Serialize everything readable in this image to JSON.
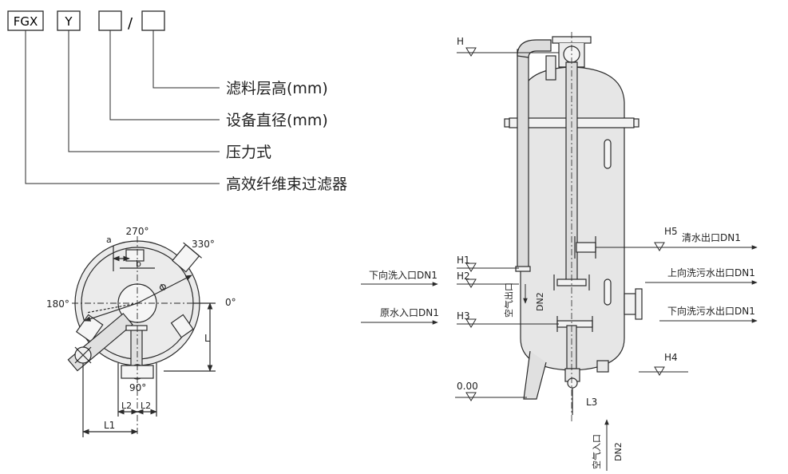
{
  "model_code": {
    "box1": "FGX",
    "box2": "Y",
    "separator": "/",
    "legend": [
      "滤料层高(mm)",
      "设备直径(mm)",
      "压力式",
      "高效纤维束过滤器"
    ]
  },
  "plan_view": {
    "angles": [
      "270°",
      "330°",
      "180°",
      "0°",
      "90°"
    ],
    "dims": [
      "a",
      "b",
      "L",
      "L2",
      "L2",
      "L1"
    ],
    "diameter_symbol": "Φ"
  },
  "elevation": {
    "levels": [
      "H",
      "H1",
      "H2",
      "H3",
      "H4",
      "H5",
      "0.00"
    ],
    "connections": [
      "清水出口DN1",
      "上向洗污水出口DN1",
      "下向洗污水出口DN1",
      "下向洗入口DN1",
      "原水入口DN1"
    ],
    "air_out": "空气出口",
    "air_in": "空气入口",
    "dn2": "DN2",
    "l3": "L3"
  },
  "colors": {
    "line": "#2a2a2a",
    "vessel_fill": "#e6e6e6",
    "pipe_fill": "#dcdcdc",
    "bg": "#ffffff"
  }
}
